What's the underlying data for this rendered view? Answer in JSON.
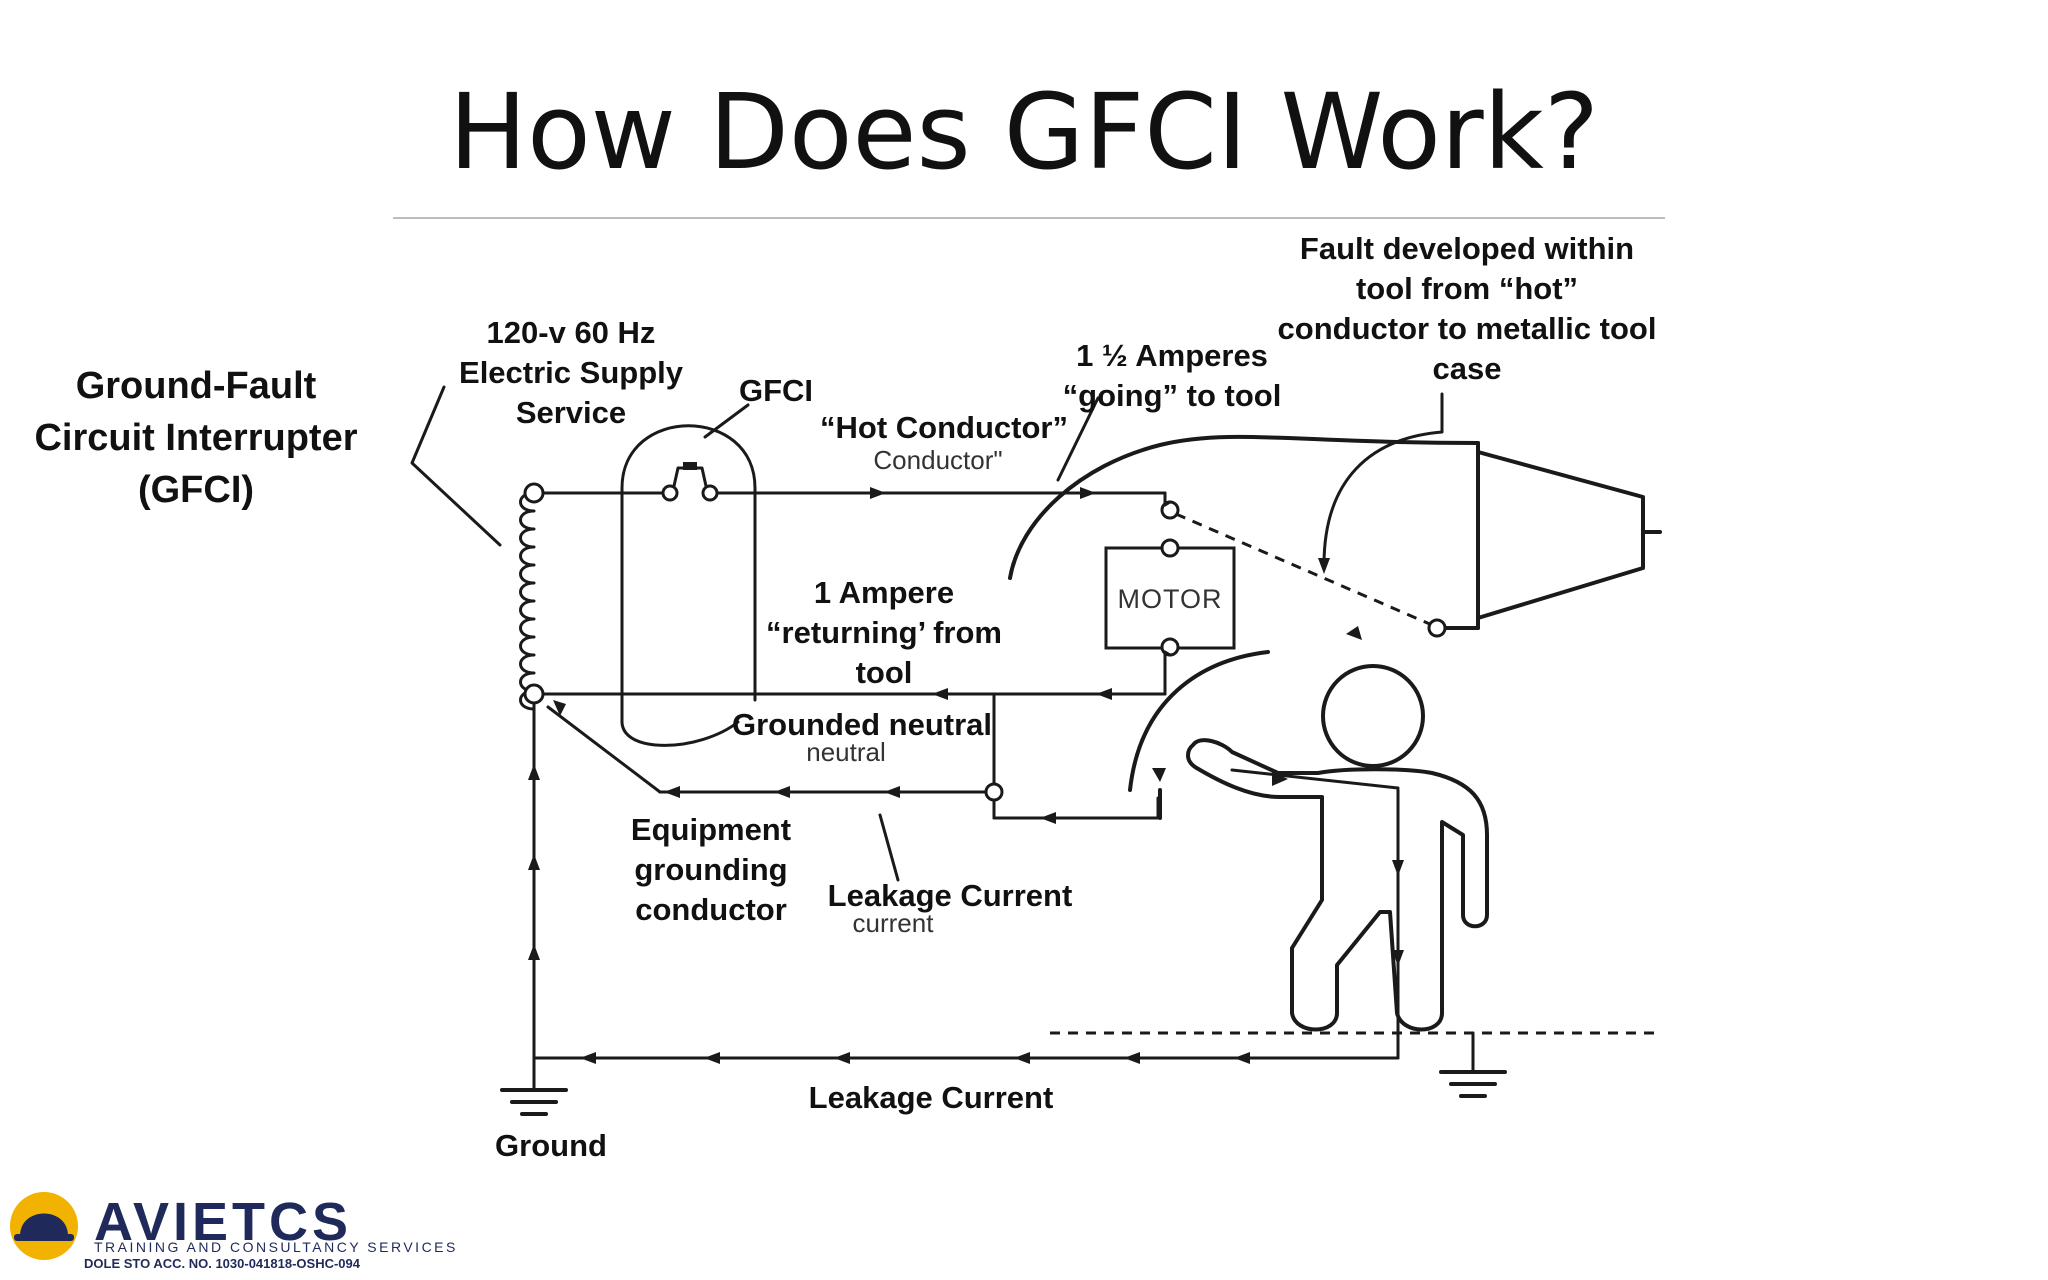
{
  "slide": {
    "title": "How Does GFCI Work?"
  },
  "labels": {
    "device_name": [
      "Ground-Fault",
      "Circuit Interrupter",
      "(GFCI)"
    ],
    "supply": [
      "120-v 60 Hz",
      "Electric Supply",
      "Service"
    ],
    "gfci": "GFCI",
    "hot_conductor": "“Hot Conductor”",
    "hot_conductor_small": "Conductor\"",
    "amperes_going": [
      "1 ½ Amperes",
      "“going” to tool"
    ],
    "fault": [
      "Fault developed within",
      "tool from “hot”",
      "conductor to metallic tool",
      "case"
    ],
    "motor": "MOTOR",
    "amp_returning": [
      "1 Ampere",
      "“returning’ from",
      "tool"
    ],
    "grounded_neutral": "Grounded neutral",
    "neutral_small": "neutral",
    "equipment_grounding": [
      "Equipment",
      "grounding",
      "conductor"
    ],
    "leakage_current_mid": "Leakage Current",
    "current_small": "current",
    "leakage_current_bottom": "Leakage Current",
    "ground": "Ground"
  },
  "logo": {
    "name": "AVIETCS",
    "tagline": "TRAINING AND CONSULTANCY SERVICES",
    "accreditation": "DOLE STO ACC. NO. 1030-041818-OSHC-094",
    "colors": {
      "navy": "#1f2a5a",
      "gold": "#f2b200"
    }
  }
}
